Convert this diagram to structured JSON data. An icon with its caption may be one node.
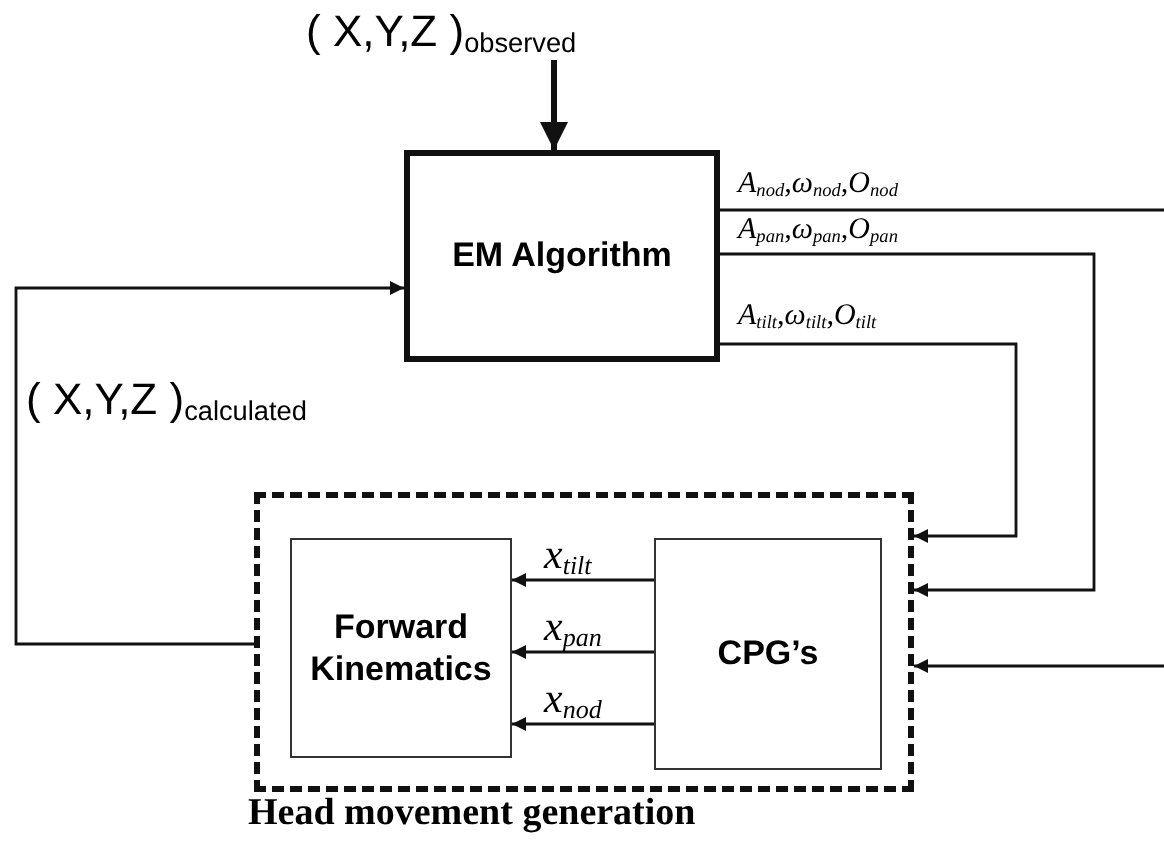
{
  "diagram": {
    "nodes": [
      {
        "text": [
          "( X,Y,Z )$_{observed}$"
        ]
      },
      {
        "text": [
          "EM Algorithm"
        ]
      },
      {
        "text": [
          "Head movement generation"
        ]
      },
      {
        "text": [
          "Forward Kinematics"
        ],
        "in": 2
      },
      {
        "text": [
          "CPG’s"
        ],
        "in": 2
      }
    ],
    "edges": [
      {
        "from": 0,
        "to": 1,
        "arrow": "to",
        "style": "thick"
      },
      {
        "from": 1,
        "to": null,
        "arrow": "none",
        "label": "A$_{nod}$,ω$_{nod}$,O$_{nod}$"
      },
      {
        "from": 1,
        "to": 2,
        "arrow": "to",
        "label": "A$_{pan}$,ω$_{pan}$,O$_{pan}$"
      },
      {
        "from": 1,
        "to": 2,
        "arrow": "to",
        "label": "A$_{tilt}$,ω$_{tilt}$,O$_{tilt}$"
      },
      {
        "from": null,
        "to": 2,
        "arrow": "to"
      },
      {
        "from": 4,
        "to": 3,
        "arrow": "to",
        "label": "x$_{tilt}$"
      },
      {
        "from": 4,
        "to": 3,
        "arrow": "to",
        "label": "x$_{pan}$"
      },
      {
        "from": 4,
        "to": 3,
        "arrow": "to",
        "label": "x$_{nod}$"
      },
      {
        "from": 2,
        "to": 1,
        "arrow": "to",
        "label": "( X,Y,Z )$_{calculated}$"
      }
    ]
  }
}
